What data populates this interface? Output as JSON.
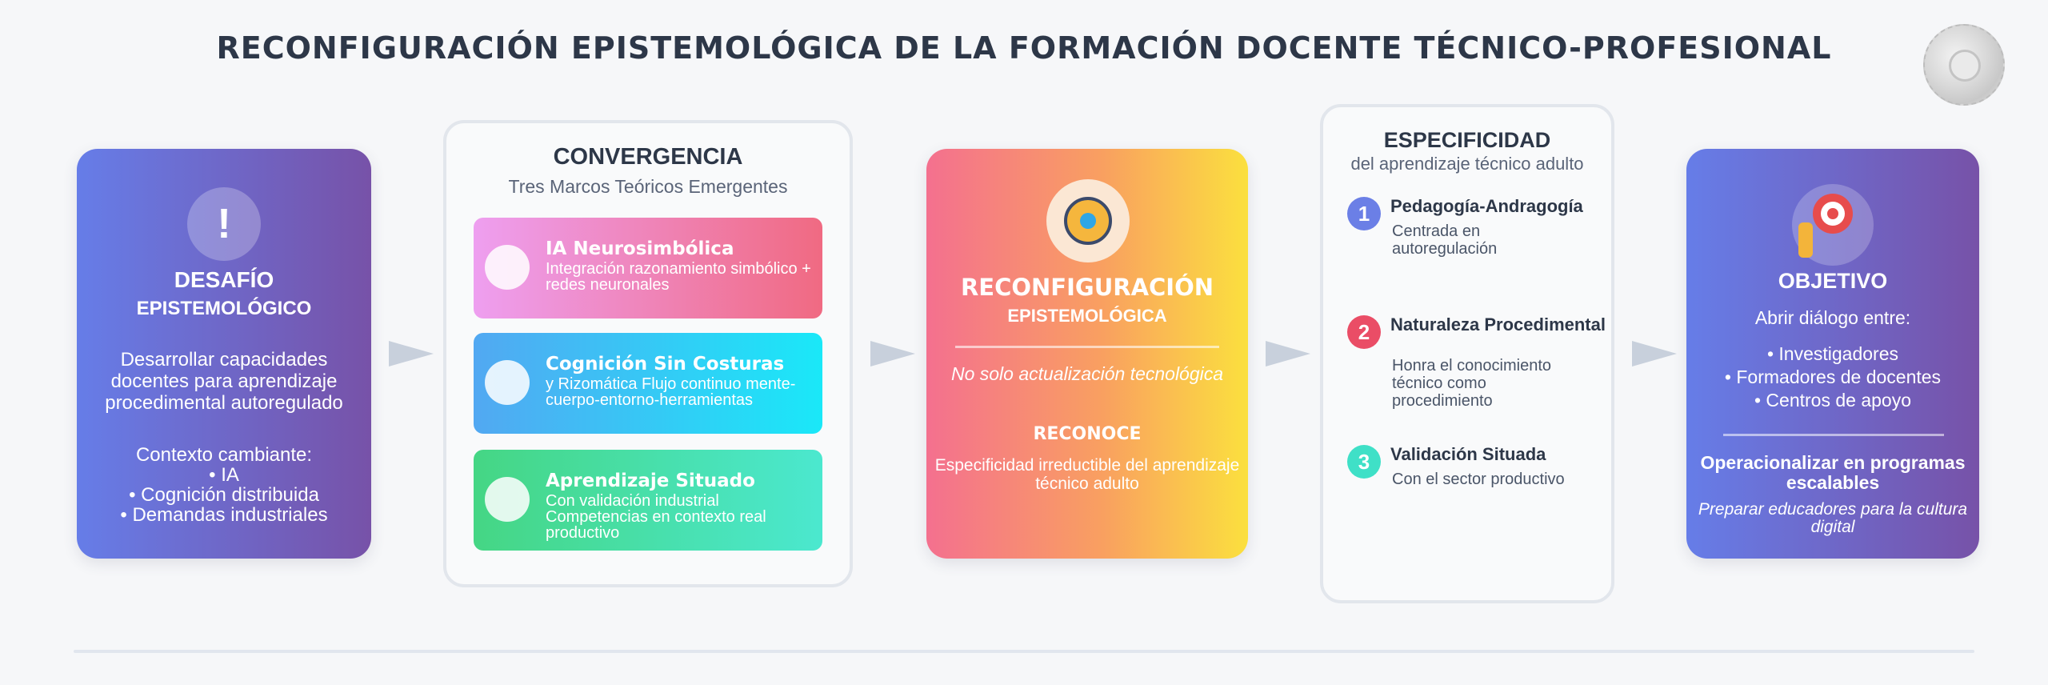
{
  "title": "RECONFIGURACIÓN EPISTEMOLÓGICA DE LA FORMACIÓN DOCENTE TÉCNICO-PROFESIONAL",
  "colors": {
    "purple_start": "#667de8",
    "purple_end": "#7752a8",
    "step1": "#6b7fe6",
    "step2": "#ea4d66",
    "step3": "#3fe0c7",
    "arrow": "#c8d0dc"
  },
  "desafio": {
    "icon": "exclamation-icon",
    "icon_glyph": "!",
    "title": "DESAFÍO",
    "subtitle": "EPISTEMOLÓGICO",
    "body": "Desarrollar capacidades docentes para aprendizaje procedimental autoregulado",
    "context_label": "Contexto cambiante:",
    "context_items": [
      "• IA",
      "• Cognición distribuida",
      "• Demandas industriales"
    ]
  },
  "convergencia": {
    "title": "CONVERGENCIA",
    "subtitle": "Tres Marcos Teóricos Emergentes",
    "items": [
      {
        "icon": "circuit-icon",
        "title": "IA Neurosimbólica",
        "desc": "Integración razonamiento simbólico + redes neuronales"
      },
      {
        "icon": "network-icon",
        "title": "Cognición Sin Costuras",
        "desc": "y Rizomática Flujo continuo mente-cuerpo-entorno-herramientas"
      },
      {
        "icon": "lightbulb-icon",
        "title": "Aprendizaje Situado",
        "desc": "Con validación industrial Competencias en contexto real productivo"
      }
    ]
  },
  "reconfiguracion": {
    "icon": "brain-gear-icon",
    "title": "RECONFIGURACIÓN",
    "subtitle": "EPISTEMOLÓGICA",
    "italic": "No solo actualización tecnológica",
    "label": "RECONOCE",
    "desc": "Especificidad irreductible del aprendizaje técnico adulto"
  },
  "especificidad": {
    "title": "ESPECIFICIDAD",
    "subtitle": "del aprendizaje técnico adulto",
    "steps": [
      {
        "num": "1",
        "title": "Pedagogía-Andragogía",
        "desc": "Centrada en autoregulación"
      },
      {
        "num": "2",
        "title": "Naturaleza Procedimental",
        "desc": "Honra el conocimiento técnico como procedimiento"
      },
      {
        "num": "3",
        "title": "Validación Situada",
        "desc": "Con el sector productivo"
      }
    ]
  },
  "objetivo": {
    "icon": "target-icon",
    "title": "OBJETIVO",
    "lead": "Abrir diálogo entre:",
    "items": [
      "• Investigadores",
      "• Formadores de docentes",
      "• Centros de apoyo"
    ],
    "operationalize": "Operacionalizar en programas escalables",
    "prepare": "Preparar educadores para la cultura digital"
  }
}
